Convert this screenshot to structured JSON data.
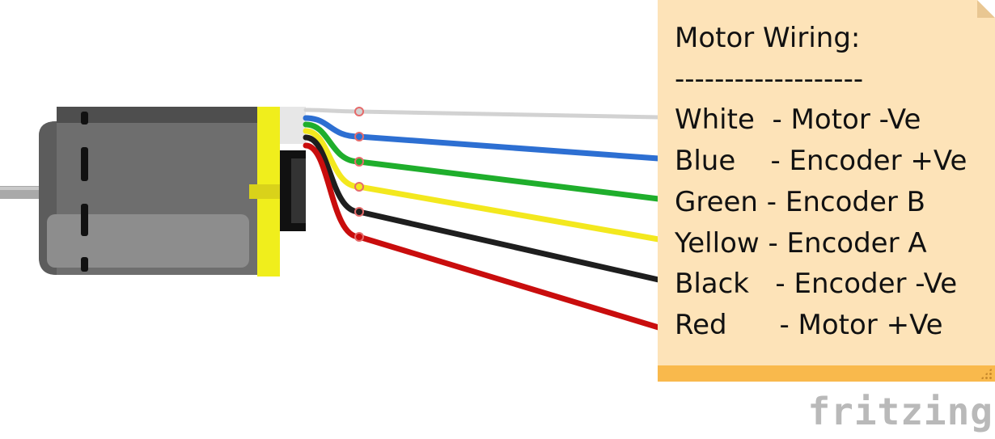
{
  "note": {
    "heading": "Motor Wiring:",
    "divider": "-------------------",
    "rows": [
      {
        "text": "White  - Motor -Ve",
        "wire_color": "#d2d2d2"
      },
      {
        "text": "Blue    - Encoder +Ve",
        "wire_color": "#2d6fd2"
      },
      {
        "text": "Green - Encoder B",
        "wire_color": "#1fae2c"
      },
      {
        "text": "Yellow - Encoder A",
        "wire_color": "#f3e81e"
      },
      {
        "text": "Black   - Encoder -Ve",
        "wire_color": "#1e1e1e"
      },
      {
        "text": "Red      - Motor +Ve",
        "wire_color": "#c90d0d"
      }
    ]
  },
  "brand": {
    "text": "fritzing"
  },
  "colors": {
    "motor_body": "#6e6e6e",
    "motor_cap": "#f0ee1c",
    "note_bg": "#fde3b8",
    "note_bar": "#f9b94c",
    "brand_gray": "#b9b9b9"
  }
}
